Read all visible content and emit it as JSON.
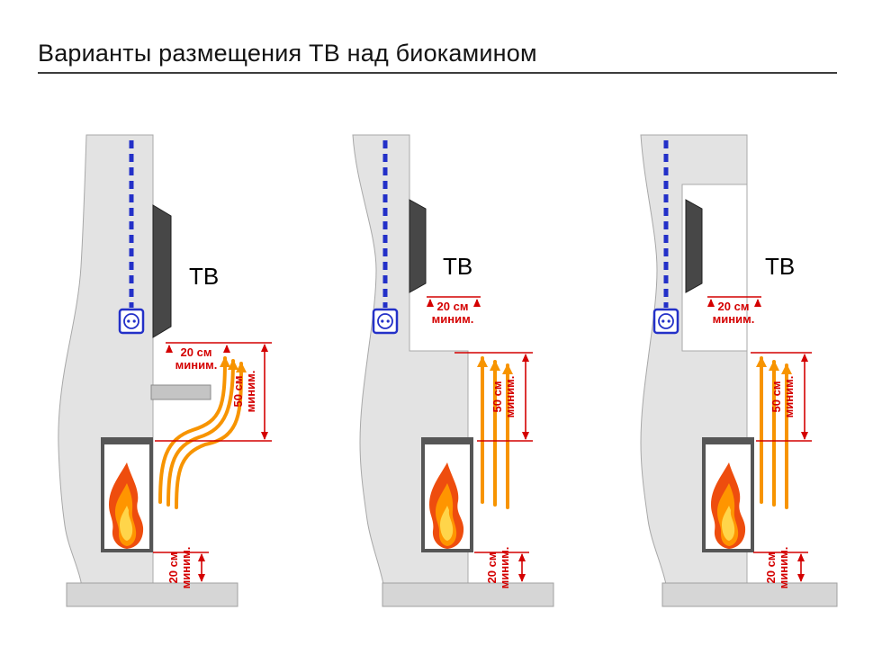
{
  "title": "Варианты размещения ТВ над биокамином",
  "panels": [
    {
      "tv_label": "ТВ",
      "dim_tv_gap": {
        "value": "20 см",
        "qualifier": "миним."
      },
      "dim_fireplace_gap": {
        "value": "50 см",
        "qualifier": "миним."
      },
      "dim_floor_gap": {
        "value": "20 см",
        "qualifier": "миним."
      }
    },
    {
      "tv_label": "ТВ",
      "dim_tv_gap": {
        "value": "20 см",
        "qualifier": "миним."
      },
      "dim_fireplace_gap": {
        "value": "50 см",
        "qualifier": "миним."
      },
      "dim_floor_gap": {
        "value": "20 см",
        "qualifier": "миним."
      }
    },
    {
      "tv_label": "ТВ",
      "dim_tv_gap": {
        "value": "20 см",
        "qualifier": "миним."
      },
      "dim_fireplace_gap": {
        "value": "50 см",
        "qualifier": "миним."
      },
      "dim_floor_gap": {
        "value": "20 см",
        "qualifier": "миним."
      }
    }
  ],
  "colors": {
    "dimension_red": "#d40000",
    "cable_blue": "#2330c8",
    "heat_orange": "#f79400",
    "wall_gray": "#e3e3e3",
    "tv_dark": "#474747"
  }
}
